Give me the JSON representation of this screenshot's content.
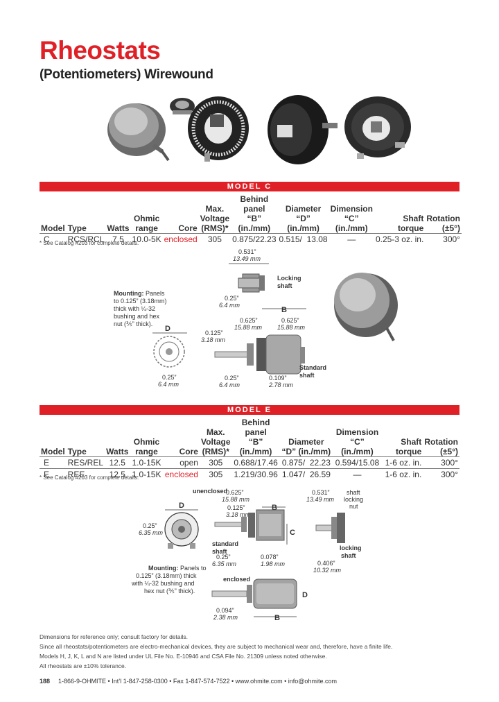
{
  "header": {
    "title": "Rheostats",
    "subtitle": "(Potentiometers) Wirewound"
  },
  "model_c": {
    "bar_label": "MODEL C",
    "headers": [
      "Model",
      "Type",
      "Watts",
      "Ohmic range",
      "Core",
      "Max. Voltage (RMS)*",
      "Behind panel “B” (in./mm)",
      "Diameter “D” (in./mm)",
      "Dimension “C” (in./mm)",
      "Shaft torque",
      "Rotation (±5°)"
    ],
    "header_lines": {
      "ohmic_1": "Ohmic",
      "ohmic_2": "range",
      "volt_1": "Max.",
      "volt_2": "Voltage",
      "volt_3": "(RMS)*",
      "behind_1": "Behind panel",
      "behind_2": "“B” (in./mm)",
      "dia_1": "Diameter",
      "dia_2": "“D” (in./mm)",
      "dim_1": "Dimension",
      "dim_2": "“C” (in./mm)",
      "shaft_1": "Shaft",
      "shaft_2": "torque",
      "rot_1": "Rotation",
      "rot_2": "(±5°)"
    },
    "rows": [
      {
        "model": "C",
        "type": "RCS/RCL",
        "watts": "7.5",
        "ohmic": "10.0-5K",
        "core": "enclosed",
        "voltage": "305",
        "behind": "0.875/22.23",
        "diameter": "0.515/  13.08",
        "dimension": "—",
        "torque": "0.25-3 oz. in.",
        "rotation": "300°"
      }
    ],
    "footnote": "* See Catalog #203 for complete details."
  },
  "model_c_diagram": {
    "mounting_bold": "Mounting:",
    "mounting_text": [
      " Panels",
      "to 0.125” (3.18mm)",
      "thick with ¼-32",
      "bushing and hex",
      "nut (⅗” thick)."
    ],
    "dim_0531": "0.531”",
    "dim_0531_mm": "13.49 mm",
    "locking_1": "Locking",
    "locking_2": "shaft",
    "dim_025a": "0.25”",
    "dim_025a_mm": "6.4 mm",
    "label_b": "B",
    "label_d": "D",
    "dim_0625a": "0.625”",
    "dim_0625a_mm": "15.88 mm",
    "dim_0625b": "0.625”",
    "dim_0625b_mm": "15.88 mm",
    "dim_0125": "0.125”",
    "dim_0125_mm": "3.18 mm",
    "dim_025b": "0.25”",
    "dim_025b_mm": "6.4 mm",
    "dim_025c": "0.25”",
    "dim_025c_mm": "6.4 mm",
    "dim_0109": "0.109”",
    "dim_0109_mm": "2.78 mm",
    "standard_1": "Standard",
    "standard_2": "shaft"
  },
  "model_e": {
    "bar_label": "MODEL E",
    "rows": [
      {
        "model": "E",
        "type": "RES/REL",
        "watts": "12.5",
        "ohmic": "1.0-15K",
        "core": "open",
        "voltage": "305",
        "behind": "0.688/17.46",
        "diameter": "0.875/  22.23",
        "dimension": "0.594/15.08",
        "torque": "1-6 oz. in.",
        "rotation": "300°"
      },
      {
        "model": "E",
        "type": "REE",
        "watts": "12.5",
        "ohmic": "1.0-15K",
        "core": "enclosed",
        "voltage": "305",
        "behind": "1.219/30.96",
        "diameter": "1.047/  26.59",
        "dimension": "—",
        "torque": "1-6 oz. in.",
        "rotation": "300°"
      }
    ],
    "footnote": "* See Catalog #203 for complete details."
  },
  "model_e_diagram": {
    "unenclosed": "unenclosed",
    "label_d": "D",
    "label_b": "B",
    "label_c": "C",
    "dim_0625": "0.625”",
    "dim_0625_mm": "15.88 mm",
    "dim_0125": "0.125”",
    "dim_0125_mm": "3.18 mm",
    "dim_025a": "0.25”",
    "dim_025a_mm": "6.35 mm",
    "standard_1": "standard",
    "standard_2": "shaft",
    "dim_025b": "0.25”",
    "dim_025b_mm": "6.35 mm",
    "dim_0078": "0.078”",
    "dim_0078_mm": "1.98 mm",
    "dim_0531": "0.531”",
    "dim_0531_mm": "13.49 mm",
    "shaft_lock_1": "shaft",
    "shaft_lock_2": "locking",
    "shaft_lock_3": "nut",
    "locking_1": "locking",
    "locking_2": "shaft",
    "dim_0406": "0.406”",
    "dim_0406_mm": "10.32 mm",
    "mounting_bold": "Mounting:",
    "mounting_text": [
      " Panels to",
      "0.125” (3.18mm) thick",
      "with ¼-32 bushing and",
      "hex nut (⅗” thick)."
    ],
    "enclosed": "enclosed",
    "dim_0094": "0.094”",
    "dim_0094_mm": "2.38 mm",
    "label_d2": "D",
    "label_b2": "B"
  },
  "footnotes": [
    "Dimensions for reference only; consult factory for details.",
    "Since all rheostats/potentiometers are electro-mechanical devices, they are subject to mechanical wear and, therefore, have a finite life.",
    "Models H, J, K, L and N are listed under UL File No. E-10946 and CSA File No. 21309 unless noted otherwise.",
    "All rheostats are ±10% tolerance."
  ],
  "footer": {
    "page": "188",
    "contact": "1-866-9-OHMITE • Int’l 1-847-258-0300 • Fax 1-847-574-7522 • www.ohmite.com • info@ohmite.com"
  },
  "colors": {
    "accent": "#e02027",
    "text": "#333333"
  }
}
